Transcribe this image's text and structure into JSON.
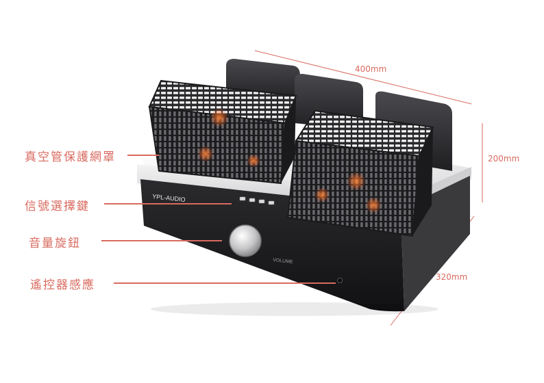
{
  "callouts": {
    "tube_cage": "真空管保護網罩",
    "input_selector": "信號選擇鍵",
    "volume_knob": "音量旋鈕",
    "remote_sensor": "遙控器感應"
  },
  "dimensions": {
    "width": "400mm",
    "height": "200mm",
    "depth": "320mm"
  },
  "device": {
    "brand": "YPL-AUDIO",
    "knob_label": "VOLUME"
  },
  "colors": {
    "accent": "#d96a5f",
    "chassis_dark": "#1e1e20",
    "panel_silver": "#e9e9ea",
    "transformer": "#2c2c2f",
    "tube_glow": "#ff6a2a"
  }
}
